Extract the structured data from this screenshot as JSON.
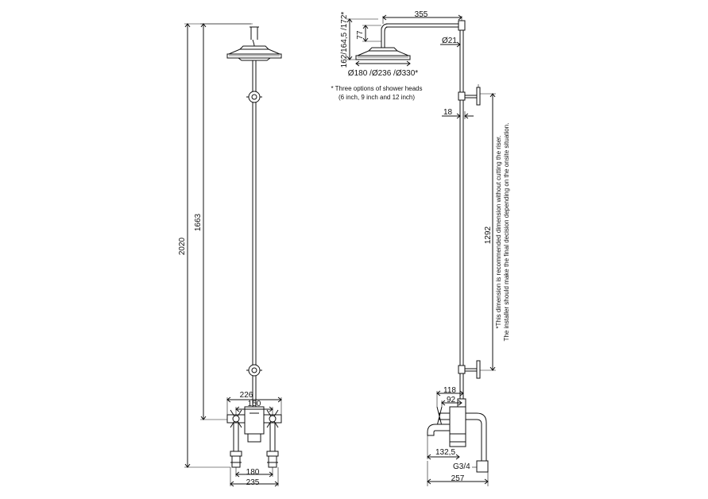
{
  "front_view": {
    "dims": {
      "overall_height": "2020",
      "riser_height": "1663",
      "valve_width": "226",
      "valve_centres": "150",
      "leg_centres": "180",
      "leg_outer": "235"
    }
  },
  "side_view": {
    "dims": {
      "arm_length": "355",
      "arm_drop": "77",
      "head_height_options": "162/164,5 /172*",
      "head_diameter_options": "Ø180 /Ø236 /Ø330*",
      "pipe_diameter": "Ø21",
      "wall_offset": "18",
      "bracket_spacing": "1292",
      "valve_depth": "118",
      "valve_inner": "92",
      "spout_reach": "132,5",
      "thread": "G3/4",
      "overall_depth": "257"
    },
    "head_note": {
      "line1": "* Three options of shower heads",
      "line2": "(6 inch, 9 inch and 12 inch)"
    },
    "riser_note": {
      "line1": "*This dimension is recommended dimension without cutting the riser.",
      "line2": "The installer should make the final decision depending on the onsite situation."
    }
  }
}
